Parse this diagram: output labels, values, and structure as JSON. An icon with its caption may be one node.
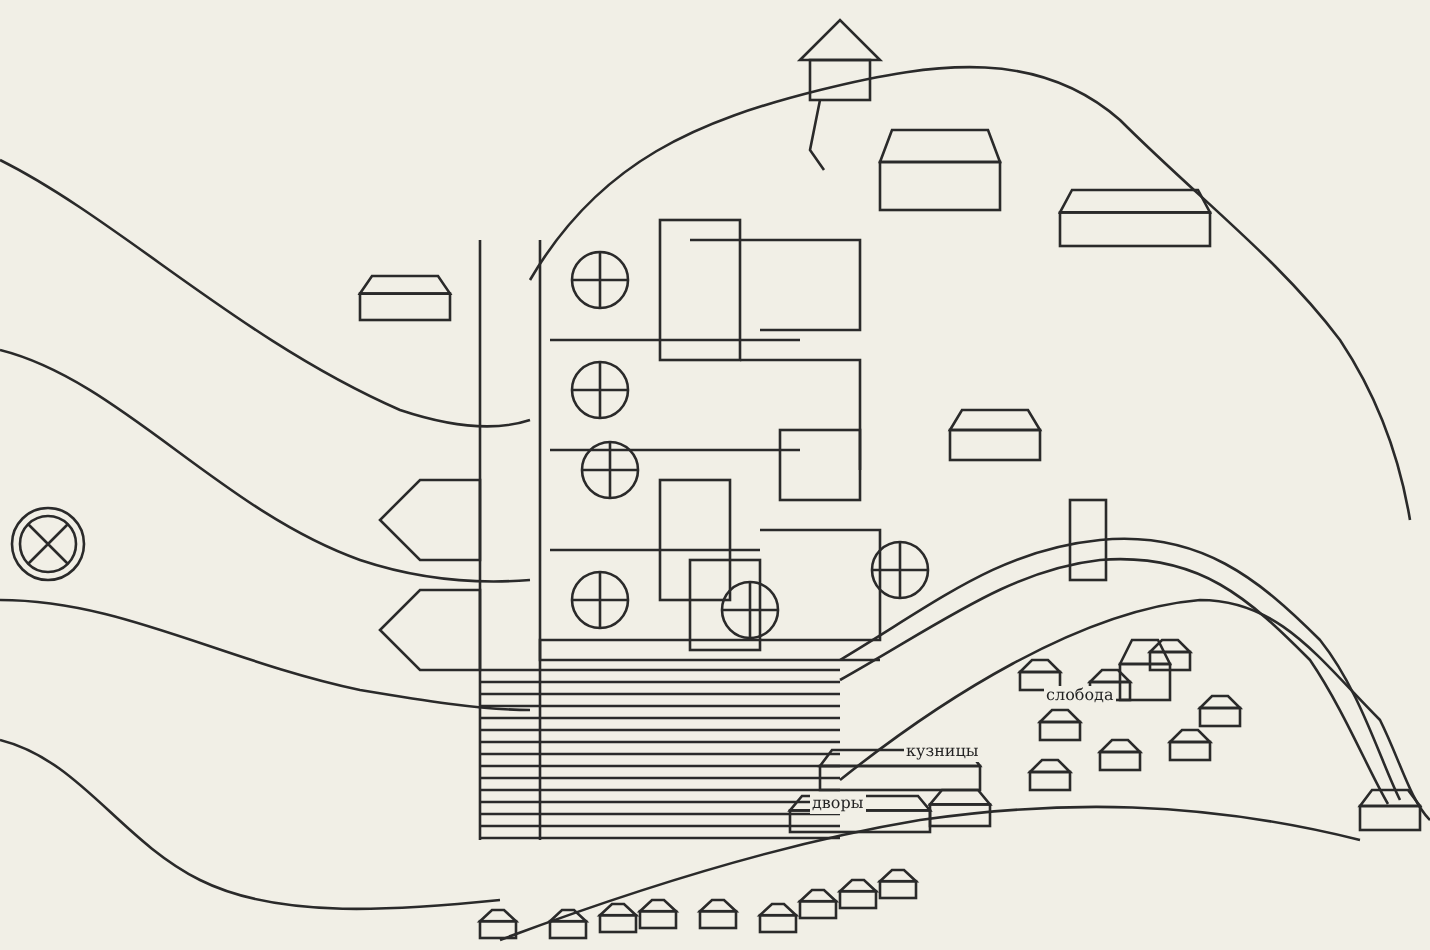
{
  "diagram": {
    "labels": [
      "слобода",
      "кузницы",
      "дворы"
    ]
  }
}
